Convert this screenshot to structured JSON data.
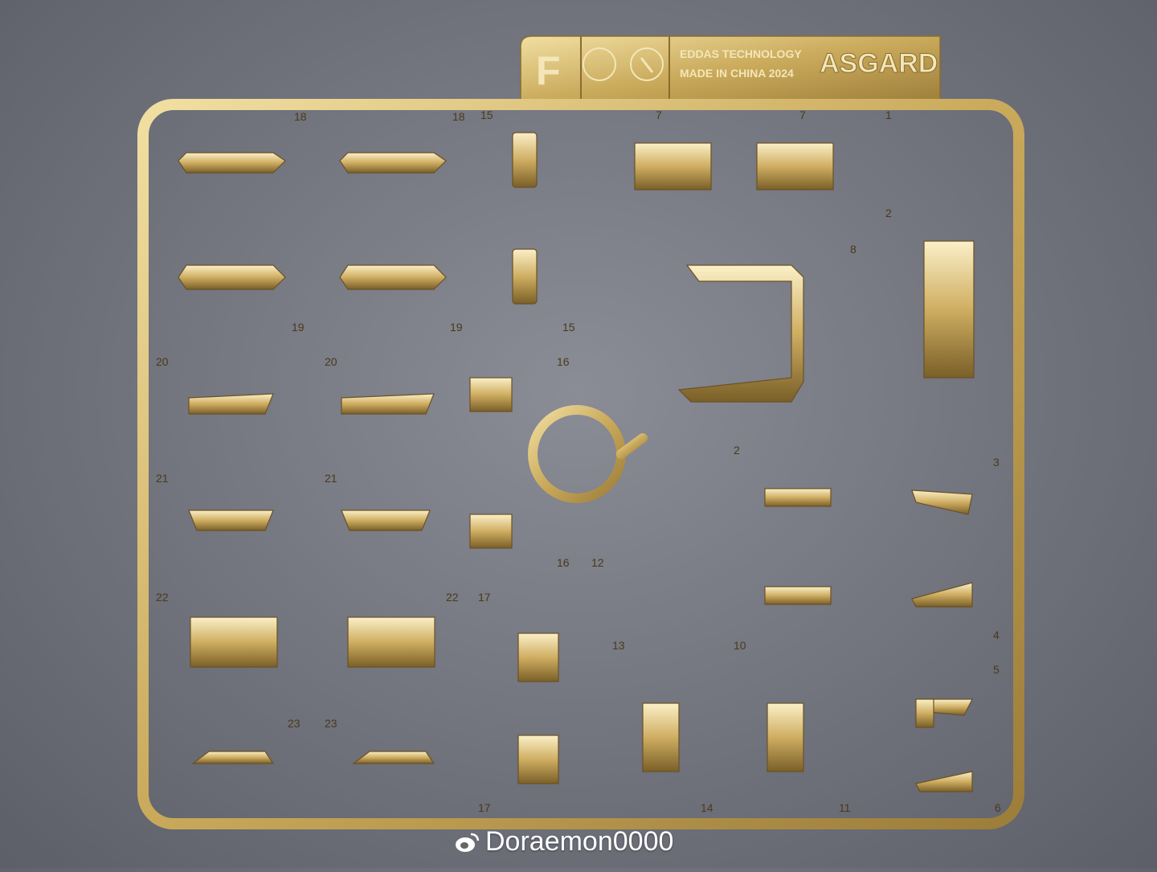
{
  "tag": {
    "letter": "F",
    "brand_line1": "EDDAS TECHNOLOGY",
    "brand_line2": "MADE IN CHINA 2024",
    "product": "ASGARD"
  },
  "part_numbers": [
    "18",
    "18",
    "15",
    "7",
    "7",
    "1",
    "2",
    "8",
    "19",
    "19",
    "15",
    "20",
    "20",
    "16",
    "21",
    "21",
    "16",
    "12",
    "22",
    "22",
    "17",
    "13",
    "10",
    "2",
    "3",
    "4",
    "5",
    "23",
    "23",
    "17",
    "14",
    "11",
    "6"
  ],
  "watermark": {
    "icon": "weibo-icon",
    "text": "Doraemon0000"
  },
  "colors": {
    "gold_light": "#f1dfa2",
    "gold": "#c9a95a",
    "gold_dark": "#7a5f28",
    "background": "#6e707a"
  }
}
